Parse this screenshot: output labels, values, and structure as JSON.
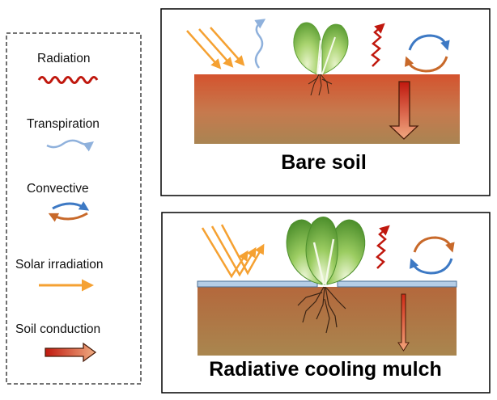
{
  "legend": {
    "items": [
      {
        "label": "Radiation",
        "icon": "radiation-wave-icon"
      },
      {
        "label": "Transpiration",
        "icon": "transpiration-arrow-icon"
      },
      {
        "label": "Convective",
        "icon": "convective-cycle-icon"
      },
      {
        "label": "Solar irradiation",
        "icon": "solar-arrow-icon"
      },
      {
        "label": "Soil conduction",
        "icon": "conduction-arrow-icon"
      }
    ]
  },
  "panels": {
    "top": {
      "title": "Bare soil"
    },
    "bottom": {
      "title": "Radiative cooling mulch"
    }
  },
  "colors": {
    "radiation": "#c0180e",
    "transpiration": "#8fb1dc",
    "convective_blue": "#3d79c4",
    "convective_orange": "#c8692a",
    "solar": "#f5a132",
    "soil_top_bare": "#d4532e",
    "soil_bottom": "#a4804e",
    "soil_mulch": "#b26a3e",
    "mulch_film": "#b5cde6",
    "leaf": "#7bbf4a"
  }
}
